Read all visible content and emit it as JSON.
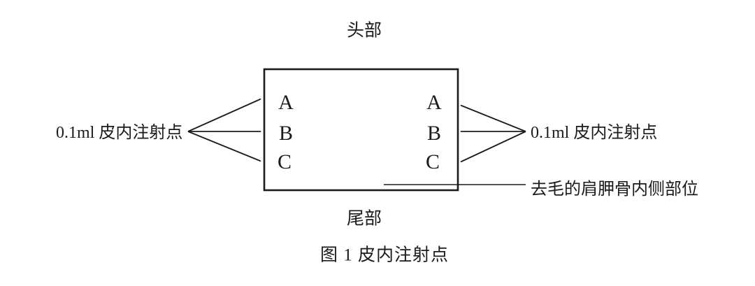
{
  "figure": {
    "top_label": "头部",
    "bottom_label": "尾部",
    "left_annotation": "0.1ml 皮内注射点",
    "right_annotation": "0.1ml 皮内注射点",
    "pointer_annotation": "去毛的肩胛骨内侧部位",
    "left_points": [
      "A",
      "B",
      "C"
    ],
    "right_points": [
      "A",
      "B",
      "C"
    ],
    "caption": "图 1  皮内注射点",
    "colors": {
      "line": "#1b1b1b",
      "text": "#1b1b1b",
      "background": "#ffffff"
    }
  }
}
